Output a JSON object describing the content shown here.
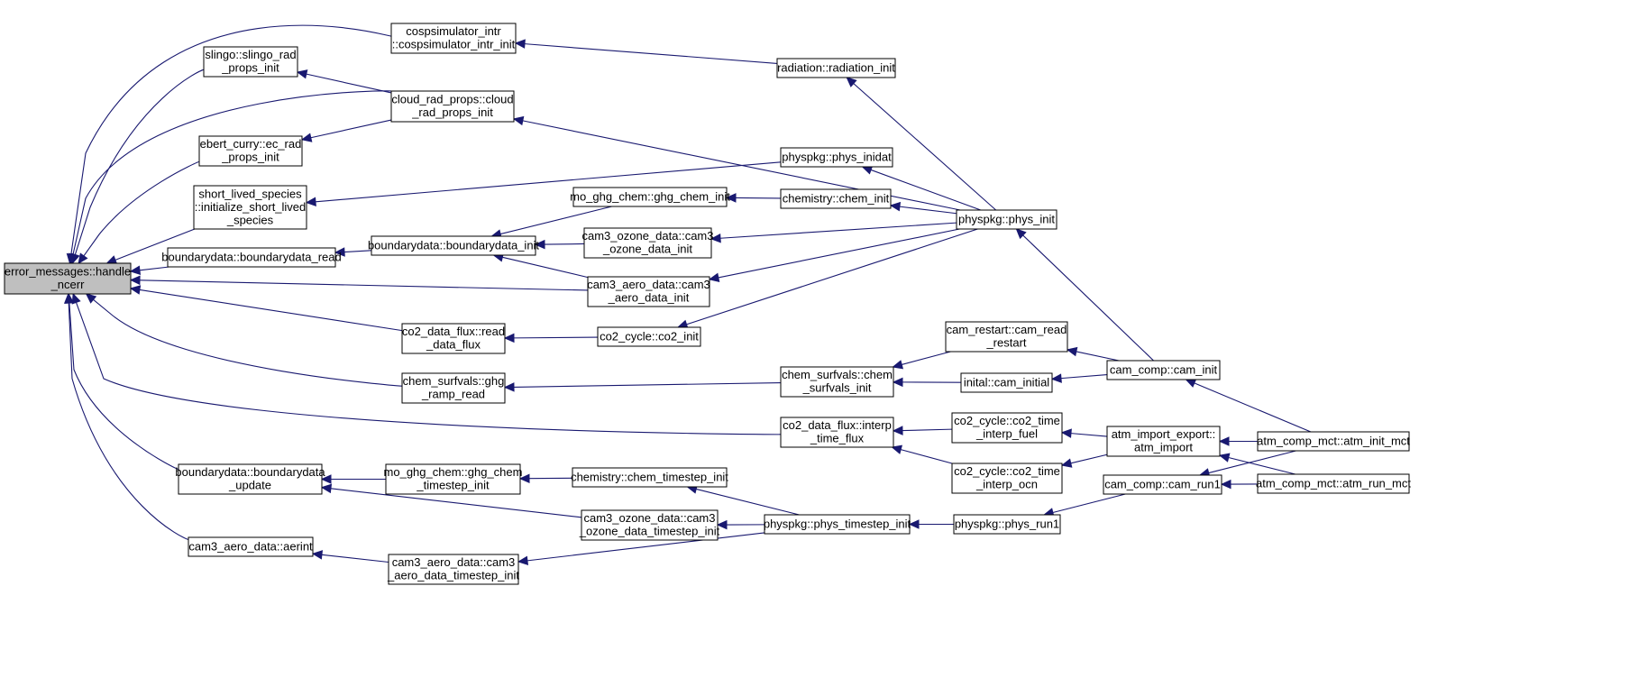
{
  "nodes": [
    {
      "id": "n0",
      "lines": [
        "error_messages::handle",
        "_ncerr"
      ],
      "root": true
    },
    {
      "id": "n1",
      "lines": [
        "slingo::slingo_rad",
        "_props_init"
      ]
    },
    {
      "id": "n2",
      "lines": [
        "cospsimulator_intr",
        "::cospsimulator_intr_init"
      ]
    },
    {
      "id": "n3",
      "lines": [
        "cloud_rad_props::cloud",
        "_rad_props_init"
      ]
    },
    {
      "id": "n4",
      "lines": [
        "ebert_curry::ec_rad",
        "_props_init"
      ]
    },
    {
      "id": "n5",
      "lines": [
        "short_lived_species",
        "::initialize_short_lived",
        "_species"
      ]
    },
    {
      "id": "n6",
      "lines": [
        "boundarydata::boundarydata_read"
      ]
    },
    {
      "id": "n7",
      "lines": [
        "boundarydata::boundarydata_init"
      ]
    },
    {
      "id": "n8",
      "lines": [
        "co2_data_flux::read",
        "_data_flux"
      ]
    },
    {
      "id": "n9",
      "lines": [
        "chem_surfvals::ghg",
        "_ramp_read"
      ]
    },
    {
      "id": "n10",
      "lines": [
        "boundarydata::boundarydata",
        "_update"
      ]
    },
    {
      "id": "n11",
      "lines": [
        "cam3_aero_data::aerint"
      ]
    },
    {
      "id": "n12",
      "lines": [
        "mo_ghg_chem::ghg_chem_init"
      ]
    },
    {
      "id": "n13",
      "lines": [
        "cam3_ozone_data::cam3",
        "_ozone_data_init"
      ]
    },
    {
      "id": "n14",
      "lines": [
        "cam3_aero_data::cam3",
        "_aero_data_init"
      ]
    },
    {
      "id": "n15",
      "lines": [
        "co2_cycle::co2_init"
      ]
    },
    {
      "id": "n16",
      "lines": [
        "mo_ghg_chem::ghg_chem",
        "_timestep_init"
      ]
    },
    {
      "id": "n17",
      "lines": [
        "cam3_ozone_data::cam3",
        "_ozone_data_timestep_init"
      ]
    },
    {
      "id": "n18",
      "lines": [
        "cam3_aero_data::cam3",
        "_aero_data_timestep_init"
      ]
    },
    {
      "id": "n19",
      "lines": [
        "radiation::radiation_init"
      ]
    },
    {
      "id": "n20",
      "lines": [
        "physpkg::phys_inidat"
      ]
    },
    {
      "id": "n21",
      "lines": [
        "chemistry::chem_init"
      ]
    },
    {
      "id": "n22",
      "lines": [
        "chem_surfvals::chem",
        "_surfvals_init"
      ]
    },
    {
      "id": "n23",
      "lines": [
        "co2_data_flux::interp",
        "_time_flux"
      ]
    },
    {
      "id": "n24",
      "lines": [
        "chemistry::chem_timestep_init"
      ]
    },
    {
      "id": "n25",
      "lines": [
        "physpkg::phys_timestep_init"
      ]
    },
    {
      "id": "n26",
      "lines": [
        "physpkg::phys_init"
      ]
    },
    {
      "id": "n27",
      "lines": [
        "cam_restart::cam_read",
        "_restart"
      ]
    },
    {
      "id": "n28",
      "lines": [
        "inital::cam_initial"
      ]
    },
    {
      "id": "n29",
      "lines": [
        "co2_cycle::co2_time",
        "_interp_fuel"
      ]
    },
    {
      "id": "n30",
      "lines": [
        "co2_cycle::co2_time",
        "_interp_ocn"
      ]
    },
    {
      "id": "n31",
      "lines": [
        "physpkg::phys_run1"
      ]
    },
    {
      "id": "n32",
      "lines": [
        "cam_comp::cam_init"
      ]
    },
    {
      "id": "n33",
      "lines": [
        "atm_import_export::",
        "atm_import"
      ]
    },
    {
      "id": "n34",
      "lines": [
        "cam_comp::cam_run1"
      ]
    },
    {
      "id": "n35",
      "lines": [
        "atm_comp_mct::atm_init_mct"
      ]
    },
    {
      "id": "n36",
      "lines": [
        "atm_comp_mct::atm_run_mct"
      ]
    }
  ],
  "edges": [
    [
      "n1",
      "n0"
    ],
    [
      "n2",
      "n0"
    ],
    [
      "n3",
      "n0"
    ],
    [
      "n4",
      "n0"
    ],
    [
      "n5",
      "n0"
    ],
    [
      "n6",
      "n0"
    ],
    [
      "n14",
      "n0"
    ],
    [
      "n8",
      "n0"
    ],
    [
      "n9",
      "n0"
    ],
    [
      "n23",
      "n0"
    ],
    [
      "n10",
      "n0"
    ],
    [
      "n11",
      "n0"
    ],
    [
      "n3",
      "n1"
    ],
    [
      "n3",
      "n4"
    ],
    [
      "n19",
      "n2"
    ],
    [
      "n26",
      "n3"
    ],
    [
      "n20",
      "n5"
    ],
    [
      "n7",
      "n6"
    ],
    [
      "n12",
      "n7"
    ],
    [
      "n13",
      "n7"
    ],
    [
      "n14",
      "n7"
    ],
    [
      "n15",
      "n8"
    ],
    [
      "n22",
      "n9"
    ],
    [
      "n16",
      "n10"
    ],
    [
      "n17",
      "n10"
    ],
    [
      "n18",
      "n11"
    ],
    [
      "n21",
      "n12"
    ],
    [
      "n26",
      "n13"
    ],
    [
      "n26",
      "n14"
    ],
    [
      "n26",
      "n15"
    ],
    [
      "n24",
      "n16"
    ],
    [
      "n25",
      "n17"
    ],
    [
      "n25",
      "n18"
    ],
    [
      "n26",
      "n19"
    ],
    [
      "n26",
      "n20"
    ],
    [
      "n26",
      "n21"
    ],
    [
      "n27",
      "n22"
    ],
    [
      "n28",
      "n22"
    ],
    [
      "n29",
      "n23"
    ],
    [
      "n30",
      "n23"
    ],
    [
      "n25",
      "n24"
    ],
    [
      "n31",
      "n25"
    ],
    [
      "n32",
      "n26"
    ],
    [
      "n32",
      "n27"
    ],
    [
      "n32",
      "n28"
    ],
    [
      "n33",
      "n29"
    ],
    [
      "n33",
      "n30"
    ],
    [
      "n34",
      "n31"
    ],
    [
      "n35",
      "n32"
    ],
    [
      "n35",
      "n33"
    ],
    [
      "n36",
      "n33"
    ],
    [
      "n35",
      "n34"
    ],
    [
      "n36",
      "n34"
    ]
  ],
  "colors": {
    "edge": "#191970",
    "root_fill": "#bfbfbf",
    "node_fill": "#ffffff",
    "node_stroke": "#000000"
  }
}
